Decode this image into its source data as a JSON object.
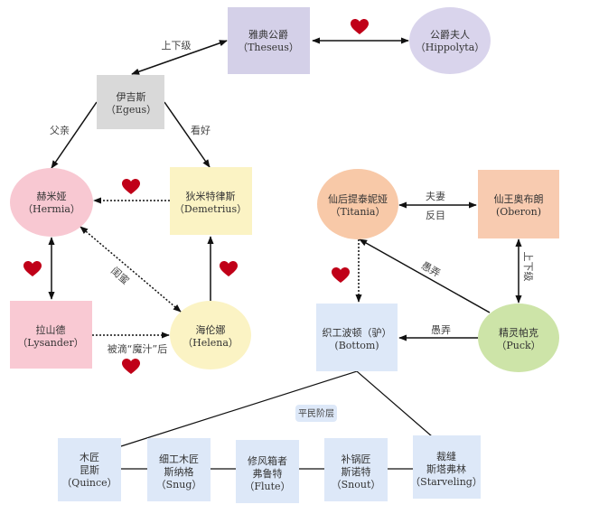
{
  "colors": {
    "theseus": "#d4d0e8",
    "hippolyta": "#d9d4ec",
    "egeus": "#d9d9d9",
    "hermia": "#f8c8d2",
    "lysander": "#f9c9d3",
    "demetrius": "#fbf3c4",
    "helena": "#fbf3c4",
    "titania": "#f8c9a8",
    "oberon": "#f8cbb0",
    "puck": "#cde4a8",
    "commoner": "#dde8f8",
    "heart": "#c00018"
  },
  "nodes": {
    "theseus": [
      "雅典公爵",
      "（Theseus）"
    ],
    "hippolyta": [
      "公爵夫人",
      "（Hippolyta）"
    ],
    "egeus": [
      "伊吉斯",
      "（Egeus）"
    ],
    "hermia": [
      "赫米娅",
      "（Hermia）"
    ],
    "demetrius": [
      "狄米特律斯",
      "（Demetrius）"
    ],
    "lysander": [
      "拉山德",
      "（Lysander）"
    ],
    "helena": [
      "海伦娜",
      "（Helena）"
    ],
    "titania": [
      "仙后提泰妮娅",
      "（Titania）"
    ],
    "oberon": [
      "仙王奥布朗",
      "(Oberon)"
    ],
    "bottom": [
      "织工波顿（驴）",
      "(Bottom)"
    ],
    "puck": [
      "精灵帕克",
      "（Puck）"
    ],
    "quince": [
      "木匠",
      "昆斯",
      "（Quince）"
    ],
    "snug": [
      "细工木匠",
      "斯纳格",
      "（Snug）"
    ],
    "flute": [
      "修风箱者",
      "弗鲁特",
      "（Flute）"
    ],
    "snout": [
      "补锅匠",
      "斯诺特",
      "（Snout）"
    ],
    "starveling": [
      "裁缝",
      "斯塔弗林",
      "（Starveling）"
    ]
  },
  "edge_labels": {
    "egeus_theseus": "上下级",
    "egeus_hermia": "父亲",
    "egeus_demetrius": "看好",
    "hermia_helena": "闺蜜",
    "lysander_helena": "被滴“魔汁”后",
    "titania_oberon_1": "夫妻",
    "titania_oberon_2": "反目",
    "oberon_puck": "上下级",
    "puck_titania": "愚弄",
    "puck_bottom": "愚弄"
  },
  "group_label": "平民阶层"
}
